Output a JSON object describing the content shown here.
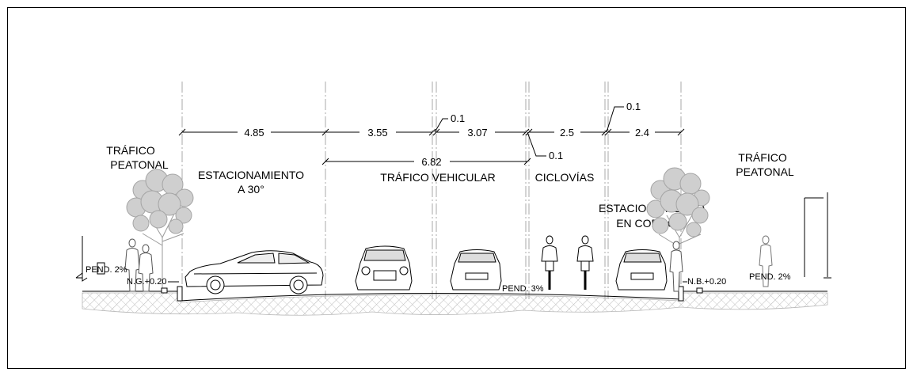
{
  "labels": {
    "trafico_peatonal_left_1": "TRÁFICO",
    "trafico_peatonal_left_2": "PEATONAL",
    "trafico_peatonal_right_1": "TRÁFICO",
    "trafico_peatonal_right_2": "PEATONAL",
    "estacionamiento_30_1": "ESTACIONAMIENTO",
    "estacionamiento_30_2": "A 30°",
    "trafico_vehicular": "TRÁFICO VEHICULAR",
    "ciclovias": "CICLOVÍAS",
    "estacionamiento_cordon_1": "ESTACIONAMIENTO",
    "estacionamiento_cordon_2": "EN CORDÓN"
  },
  "dimensions": {
    "d1": "4.85",
    "d2": "3.55",
    "d3": "3.07",
    "d4": "2.5",
    "d5": "2.4",
    "d_total": "6.82",
    "d_gap1": "0.1",
    "d_gap2": "0.1",
    "d_gap3": "0.1"
  },
  "annotations": {
    "pend_left": "PEND. 2%",
    "pend_center": "PEND. 3%",
    "pend_right": "PEND. 2%",
    "ng_level": "N.G.+0.20",
    "nb_level": "N.B.+0.20"
  },
  "colors": {
    "line": "#000000",
    "tree": "#9a9a9a",
    "hatch": "#b0b0b0",
    "guide": "#a0a0a0"
  }
}
